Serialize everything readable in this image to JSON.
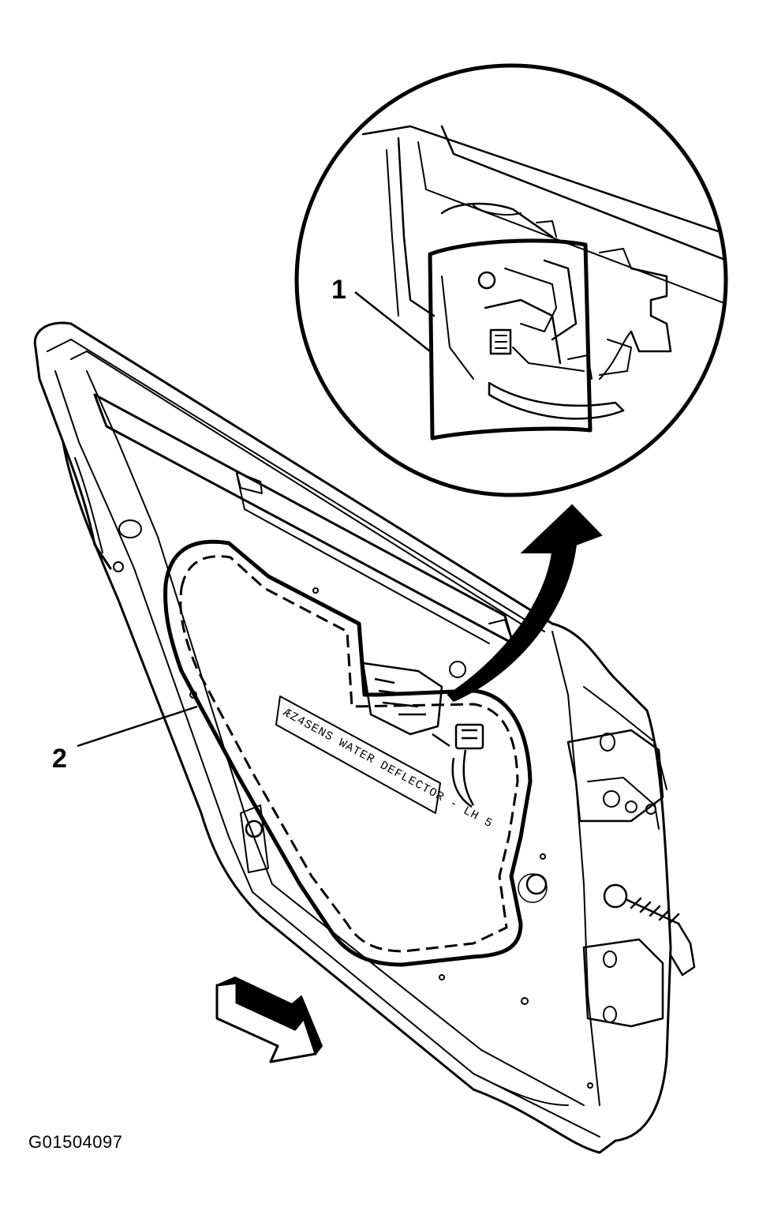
{
  "callouts": {
    "one": "1",
    "two": "2"
  },
  "panel_label": "ÆZ4SENS WATER DEFLECTOR - LH 5",
  "figure_id": "G01504097",
  "colors": {
    "ink": "#000000",
    "paper": "#ffffff"
  },
  "icons": [
    "detail-magnifier-circle",
    "curved-arrow-icon",
    "forward-direction-arrow-icon"
  ]
}
